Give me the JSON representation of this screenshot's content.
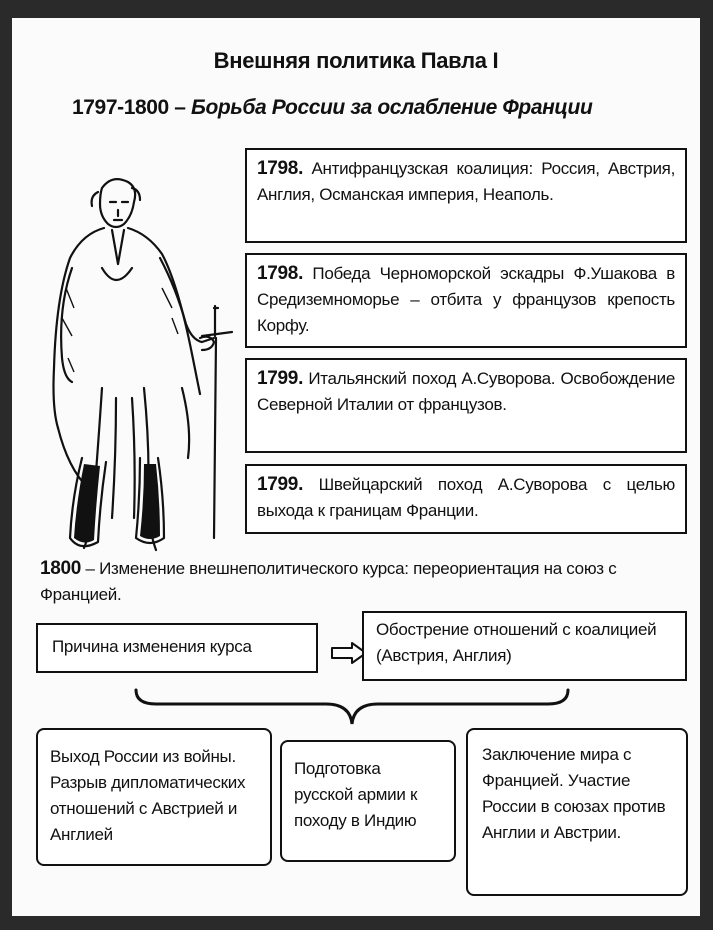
{
  "title": "Внешняя политика Павла I",
  "period": {
    "years": "1797-1800",
    "dash": "–",
    "heading": "Борьба России за ослабление Франции"
  },
  "events": [
    {
      "year": "1798.",
      "text": "Антифранцузская коалиция: Россия, Австрия, Англия, Османская империя, Неаполь."
    },
    {
      "year": "1798.",
      "text": "Победа Черноморской эскадры Ф.Ушакова в Средиземноморье – отбита у французов крепость Корфу."
    },
    {
      "year": "1799.",
      "text": "Итальянский поход А.Суворова. Освобождение Северной Италии от французов."
    },
    {
      "year": "1799.",
      "text": "Швейцарский поход А.Суворова с целью выхода к границам Франции."
    }
  ],
  "change": {
    "year": "1800",
    "text": "– Изменение внешнеполитического курса: переориентация на союз с Францией."
  },
  "cause": {
    "label": "Причина изменения курса",
    "result": "Обострение отношений с коалицией (Австрия, Англия)"
  },
  "consequences": [
    "Выход России из войны. Разрыв дипломатических отношений с Австрией и Англией",
    "Подготовка русской армии к походу в Индию",
    "Заключение мира с Францией. Участие России в союзах против Англии и Австрии."
  ],
  "icons": [
    "arrow-right-icon",
    "curly-brace-icon",
    "paul-i-portrait-figure"
  ]
}
